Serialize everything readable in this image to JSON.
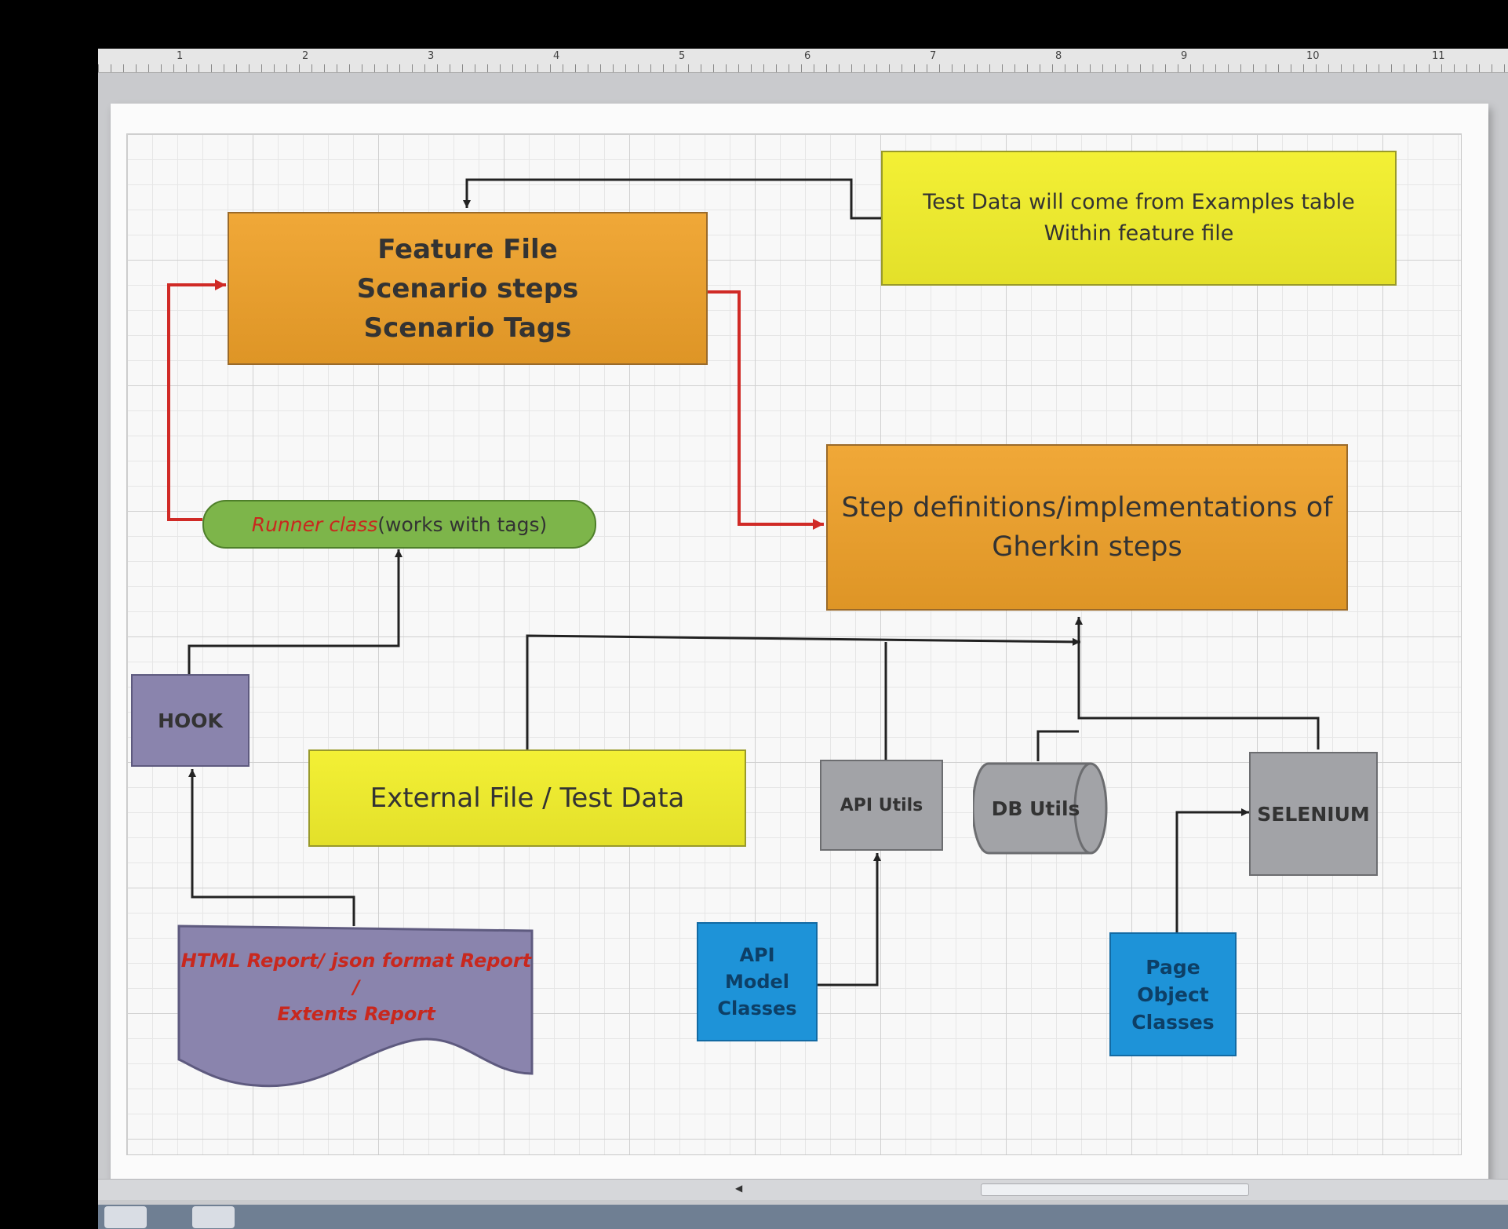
{
  "diagram": {
    "feature_file": [
      "Feature File",
      "Scenario steps",
      "Scenario Tags"
    ],
    "test_data_note": [
      "Test Data will come from Examples table",
      "Within feature file"
    ],
    "step_definitions": [
      "Step definitions/implementations of",
      "Gherkin steps"
    ],
    "runner": {
      "italic": "Runner class",
      "rest": "(works with tags)"
    },
    "hook": "HOOK",
    "external_file": "External File / Test Data",
    "api_utils": "API Utils",
    "db_utils": "DB Utils",
    "selenium": "SELENIUM",
    "report": [
      "HTML Report/ json format Report /",
      "Extents Report"
    ],
    "api_model": [
      "API",
      "Model",
      "Classes"
    ],
    "page_object": [
      "Page",
      "Object",
      "Classes"
    ]
  },
  "ruler": {
    "marks": [
      "1",
      "2",
      "3",
      "4",
      "5",
      "6",
      "7",
      "8",
      "9",
      "10",
      "11"
    ]
  },
  "colors": {
    "process": "#e99e30",
    "note": "#ece930",
    "runner": "#7db54a",
    "hook": "#8a84ad",
    "utils": "#a2a3a7",
    "model": "#1e93d8",
    "red_connector": "#d02a26",
    "black_connector": "#222222"
  }
}
